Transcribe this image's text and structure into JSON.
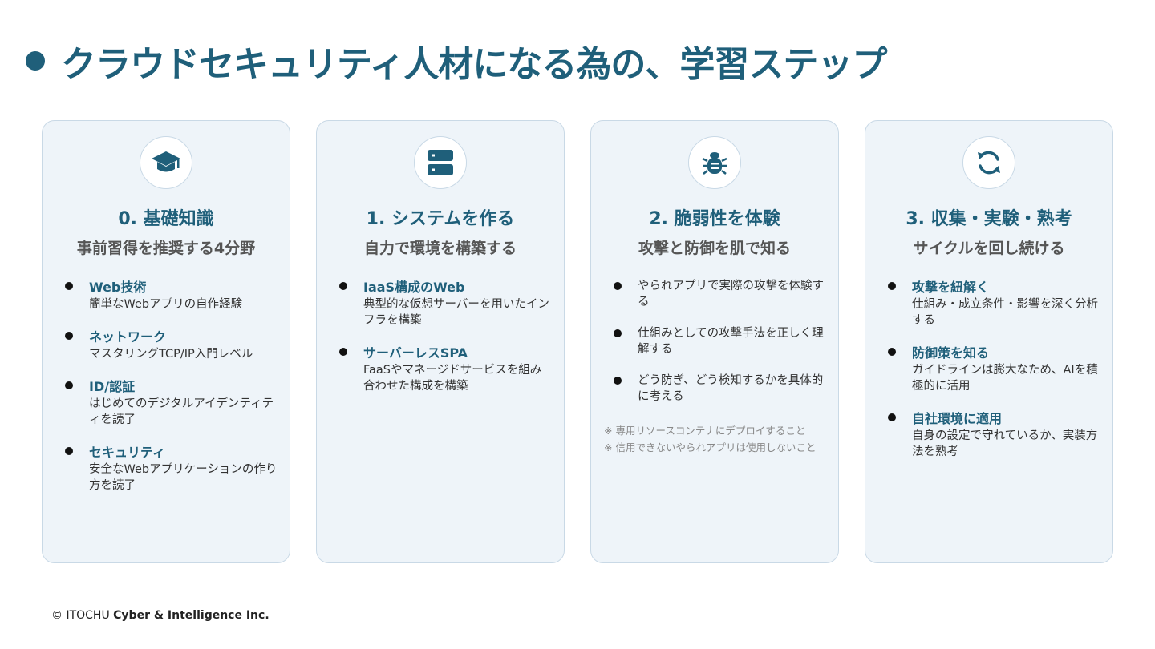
{
  "title": "クラウドセキュリティ人材になる為の、学習ステップ",
  "cards": [
    {
      "icon": "graduation-cap-icon",
      "title": "0. 基礎知識",
      "subtitle": "事前習得を推奨する4分野",
      "items": [
        {
          "head": "Web技術",
          "body": "簡単なWebアプリの自作経験"
        },
        {
          "head": "ネットワーク",
          "body": "マスタリングTCP/IP入門レベル"
        },
        {
          "head": "ID/認証",
          "body": "はじめてのデジタルアイデンティティを読了"
        },
        {
          "head": "セキュリティ",
          "body": "安全なWebアプリケーションの作り方を読了"
        }
      ]
    },
    {
      "icon": "server-icon",
      "title": "1. システムを作る",
      "subtitle": "自力で環境を構築する",
      "items": [
        {
          "head": "IaaS構成のWeb",
          "body": "典型的な仮想サーバーを用いたインフラを構築"
        },
        {
          "head": "サーバーレスSPA",
          "body": "FaaSやマネージドサービスを組み合わせた構成を構築"
        }
      ]
    },
    {
      "icon": "bug-icon",
      "title": "2. 脆弱性を体験",
      "subtitle": "攻撃と防御を肌で知る",
      "items": [
        {
          "head": "",
          "body": "やられアプリで実際の攻撃を体験する"
        },
        {
          "head": "",
          "body": "仕組みとしての攻撃手法を正しく理解する"
        },
        {
          "head": "",
          "body": "どう防ぎ、どう検知するかを具体的に考える"
        }
      ],
      "notes": [
        "※ 専用リソースコンテナにデプロイすること",
        "※ 信用できないやられアプリは使用しないこと"
      ]
    },
    {
      "icon": "refresh-cycle-icon",
      "title": "3. 収集・実験・熟考",
      "subtitle": "サイクルを回し続ける",
      "items": [
        {
          "head": "攻撃を紐解く",
          "body": "仕組み・成立条件・影響を深く分析する"
        },
        {
          "head": "防御策を知る",
          "body": "ガイドラインは膨大なため、AIを積極的に活用"
        },
        {
          "head": "自社環境に適用",
          "body": "自身の設定で守れているか、実装方法を熟考"
        }
      ]
    }
  ],
  "footer": {
    "prefix": "© ITOCHU",
    "company": "Cyber & Intelligence Inc."
  },
  "colors": {
    "accent": "#1f5f7a",
    "card_bg": "#eef4f9",
    "card_border": "#c9d9e6"
  }
}
